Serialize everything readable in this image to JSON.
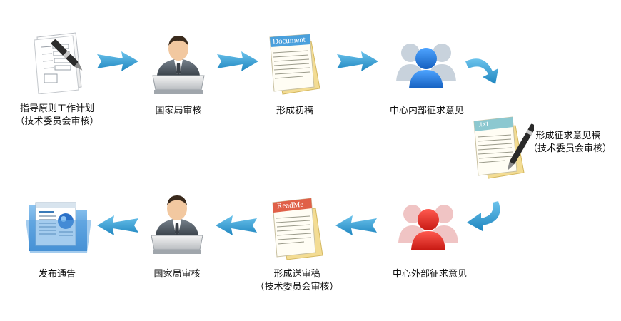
{
  "steps": [
    {
      "id": "draft-plan",
      "line1": "指导原则工作计划",
      "line2": "（技术委员会审核）"
    },
    {
      "id": "bureau-review-1",
      "line1": "国家局审核",
      "line2": ""
    },
    {
      "id": "first-draft",
      "line1": "形成初稿",
      "line2": "",
      "doc_title": "Document"
    },
    {
      "id": "internal-comment",
      "line1": "中心内部征求意见",
      "line2": ""
    },
    {
      "id": "comment-draft",
      "line1": "形成征求意见稿",
      "line2": "（技术委员会审核）",
      "doc_title": ".txt"
    },
    {
      "id": "external-comment",
      "line1": "中心外部征求意见",
      "line2": ""
    },
    {
      "id": "review-draft",
      "line1": "形成送审稿",
      "line2": "（技术委员会审核）",
      "doc_title": "ReadMe"
    },
    {
      "id": "bureau-review-2",
      "line1": "国家局审核",
      "line2": ""
    },
    {
      "id": "publish",
      "line1": "发布通告",
      "line2": ""
    }
  ],
  "colors": {
    "arrow": "#3a9fd0",
    "internal_users": "#2a7ad0",
    "external_users": "#e0302c"
  }
}
